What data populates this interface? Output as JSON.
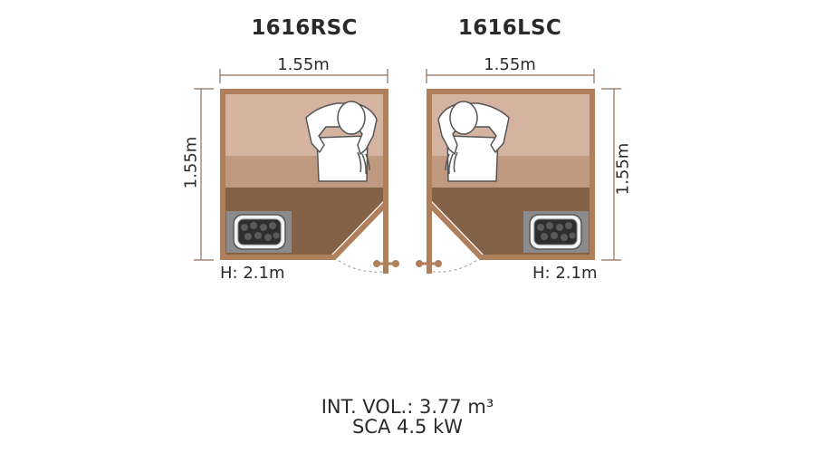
{
  "models": [
    {
      "title": "1616RSC",
      "width_label": "1.55m",
      "depth_label": "1.55m",
      "height_label": "H: 2.1m"
    },
    {
      "title": "1616LSC",
      "width_label": "1.55m",
      "depth_label": "1.55m",
      "height_label": "H: 2.1m"
    }
  ],
  "footer": {
    "volume": "INT. VOL.: 3.77 m³",
    "heater": "SCA 4.5 kW"
  },
  "colors": {
    "wall": "#b07f5c",
    "bench_top": "#d4b3a1",
    "bench_mid": "#bf9a80",
    "floor": "#836248",
    "heater_box": "#8b8b8d",
    "dimension_line": "#8e6e5c"
  }
}
